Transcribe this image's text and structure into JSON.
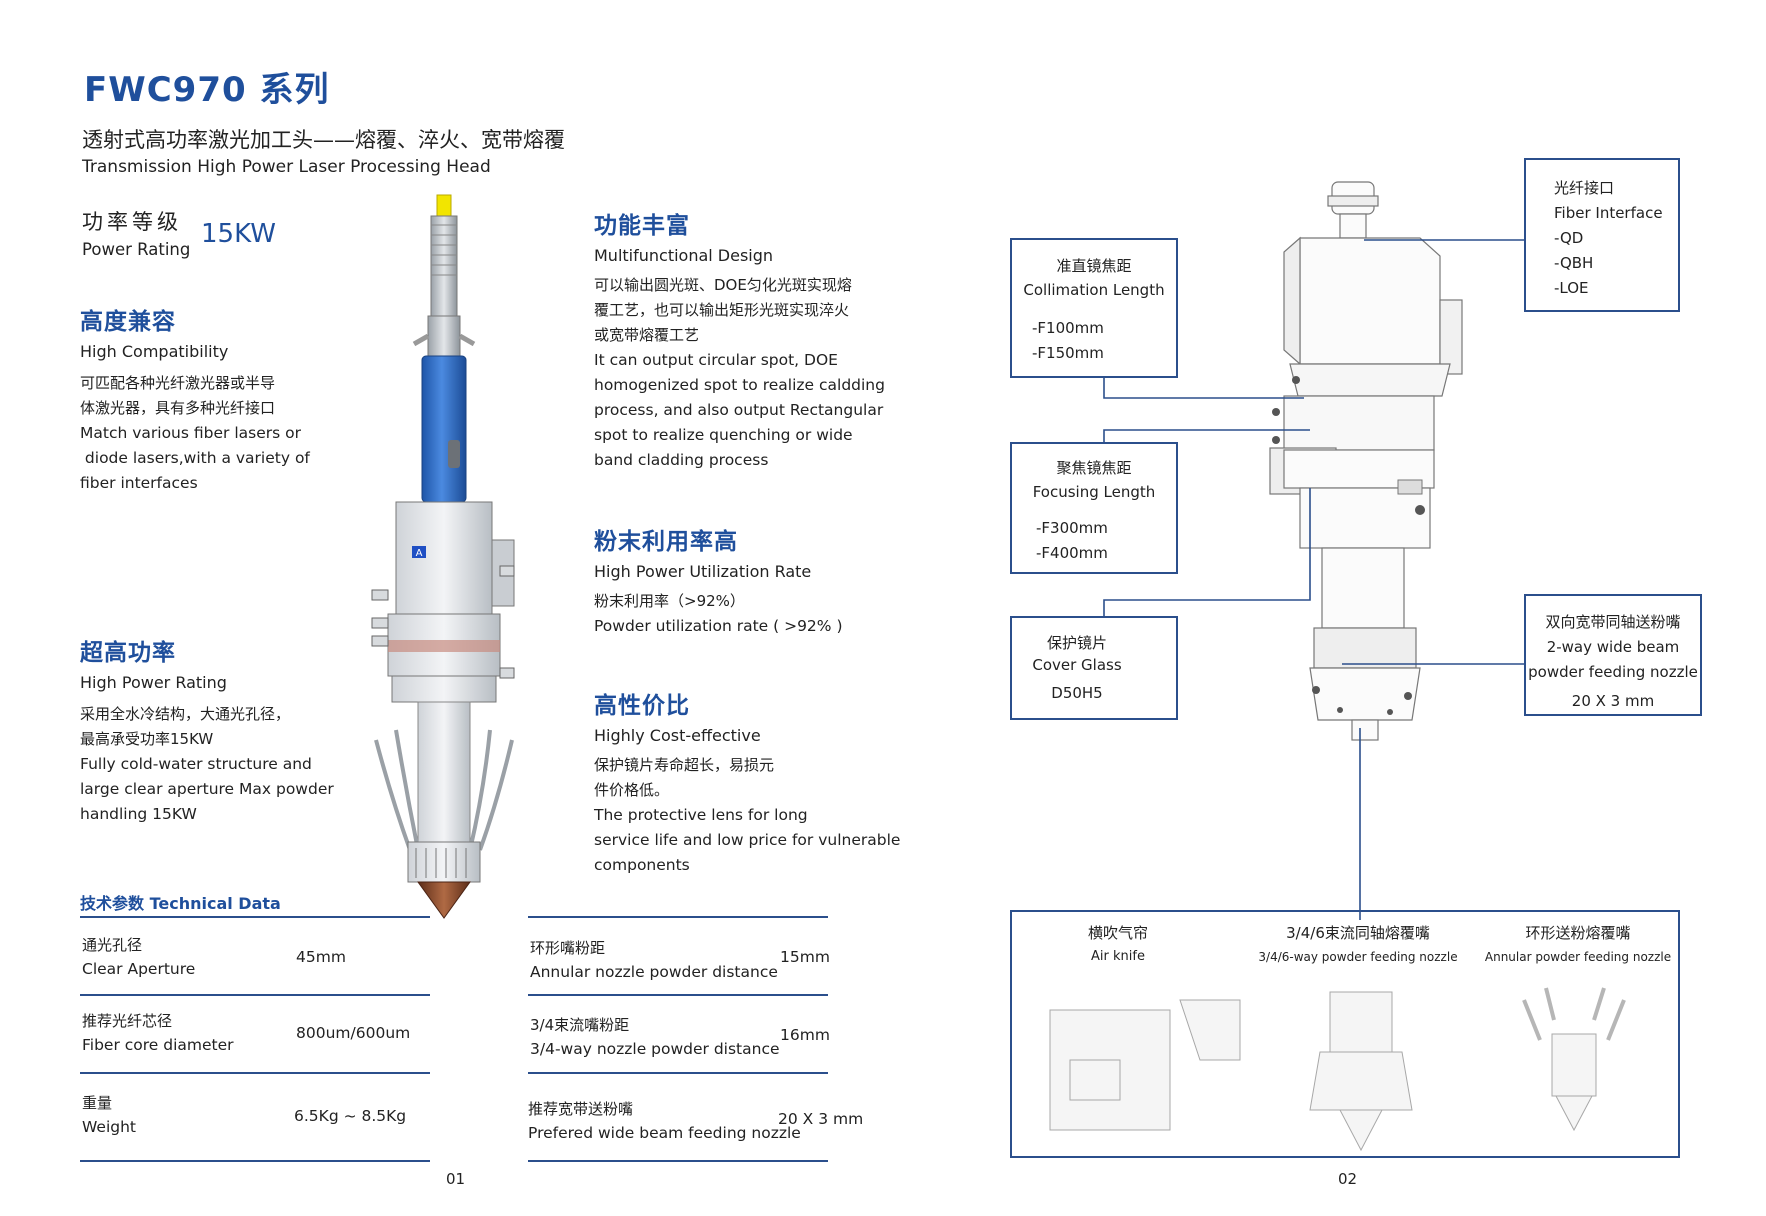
{
  "header": {
    "title": "FWC970 系列",
    "subtitle_zh": "透射式高功率激光加工头——熔覆、淬火、宽带熔覆",
    "subtitle_en": "Transmission High Power Laser Processing Head"
  },
  "power": {
    "label_zh": "功率等级",
    "label_en": "Power Rating",
    "value": "15KW"
  },
  "features_left": [
    {
      "title_zh": "高度兼容",
      "title_en": "High Compatibility",
      "desc_zh": [
        "可匹配各种光纤激光器或半导",
        "体激光器，具有多种光纤接口"
      ],
      "desc_en": [
        "Match various fiber lasers or",
        " diode lasers,with a variety of",
        "fiber interfaces"
      ]
    },
    {
      "title_zh": "超高功率",
      "title_en": "High Power Rating",
      "desc_zh": [
        "采用全水冷结构，大通光孔径，",
        "最高承受功率15KW"
      ],
      "desc_en": [
        "Fully cold-water structure and",
        "large clear aperture Max powder",
        "handling 15KW"
      ]
    }
  ],
  "features_right": [
    {
      "title_zh": "功能丰富",
      "title_en": "Multifunctional Design",
      "desc_zh": [
        "可以输出圆光斑、DOE匀化光斑实现熔",
        "覆工艺，也可以输出矩形光斑实现淬火",
        "或宽带熔覆工艺"
      ],
      "desc_en": [
        "It can output circular spot, DOE",
        "homogenized spot to realize caldding",
        "process, and also output Rectangular",
        "spot to realize quenching or wide",
        "band cladding process"
      ]
    },
    {
      "title_zh": "粉末利用率高",
      "title_en": "High Power Utilization Rate",
      "desc_zh": [
        "粉末利用率（>92%）"
      ],
      "desc_en": [
        "Powder utilization rate ( >92% )"
      ]
    },
    {
      "title_zh": "高性价比",
      "title_en": "Highly Cost-effective",
      "desc_zh": [
        "保护镜片寿命超长，易损元",
        "件价格低。"
      ],
      "desc_en": [
        "The protective lens for long",
        "service life and low price for vulnerable",
        "components"
      ]
    }
  ],
  "tech": {
    "heading": "技术参数 Technical Data",
    "left": [
      {
        "zh": "通光孔径",
        "en": "Clear Aperture",
        "value": "45mm"
      },
      {
        "zh": "推荐光纤芯径",
        "en": "Fiber core diameter",
        "value": "800um/600um"
      },
      {
        "zh": "重量",
        "en": "Weight",
        "value": "6.5Kg ~ 8.5Kg"
      }
    ],
    "right": [
      {
        "zh": "环形嘴粉距",
        "en": "Annular nozzle powder distance",
        "value": "15mm"
      },
      {
        "zh": "3/4束流嘴粉距",
        "en": "3/4-way nozzle powder distance",
        "value": "16mm"
      },
      {
        "zh": "推荐宽带送粉嘴",
        "en": "Prefered wide beam feeding nozzle",
        "value": "20 X 3 mm"
      }
    ]
  },
  "callouts": {
    "fiber": {
      "zh": "光纤接口",
      "en": "Fiber Interface",
      "items": [
        "-QD",
        "-QBH",
        "-LOE"
      ]
    },
    "collimation": {
      "zh": "准直镜焦距",
      "en": "Collimation Length",
      "items": [
        "-F100mm",
        "-F150mm"
      ]
    },
    "focusing": {
      "zh": "聚焦镜焦距",
      "en": "Focusing Length",
      "items": [
        "-F300mm",
        "-F400mm"
      ]
    },
    "cover": {
      "zh": "保护镜片",
      "en": "Cover Glass",
      "items": [
        "D50H5"
      ]
    },
    "nozzle": {
      "zh": "双向宽带同轴送粉嘴",
      "en": [
        "2-way wide beam",
        "powder feeding nozzle"
      ],
      "items": [
        "20 X 3 mm"
      ]
    }
  },
  "nozzle_types": [
    {
      "zh": "横吹气帘",
      "en": "Air knife"
    },
    {
      "zh": "3/4/6束流同轴熔覆嘴",
      "en": "3/4/6-way powder feeding nozzle"
    },
    {
      "zh": "环形送粉熔覆嘴",
      "en": "Annular powder feeding nozzle"
    }
  ],
  "head_badge": "A",
  "page_numbers": [
    "01",
    "02"
  ],
  "colors": {
    "brand_blue": "#1f4f9c",
    "line_blue": "#2b4f8c",
    "tube_blue": "#2f6cc4",
    "copper": "#8a4a2c"
  }
}
